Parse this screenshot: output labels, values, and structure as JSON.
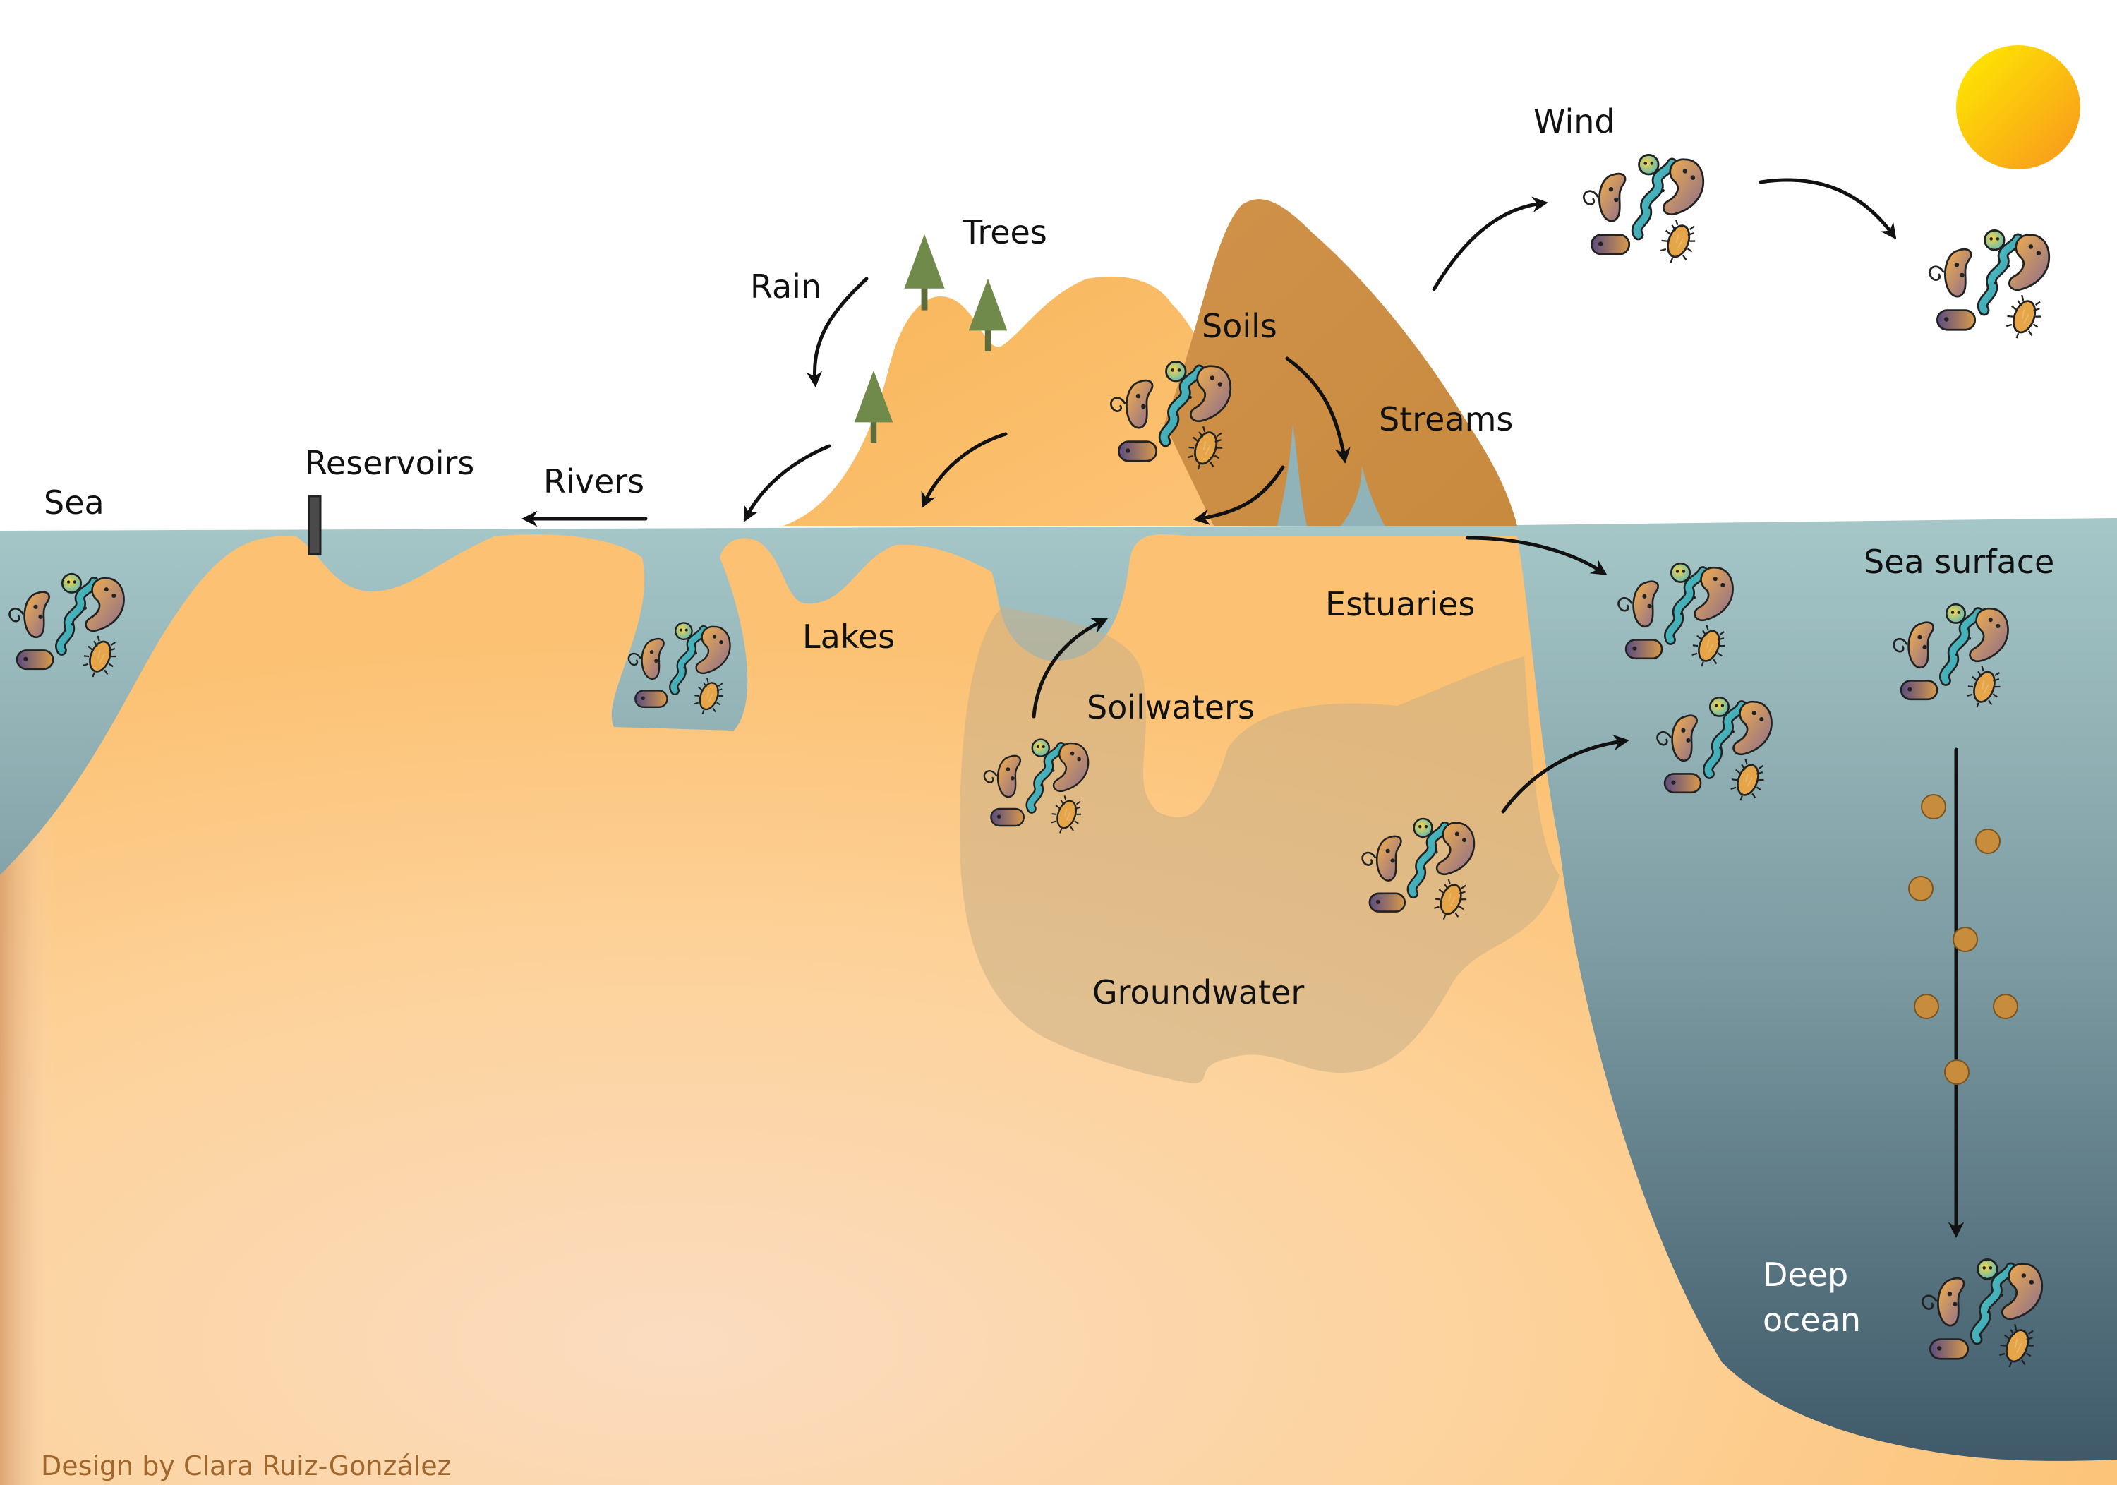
{
  "labels": {
    "sea": "Sea",
    "reservoirs": "Reservoirs",
    "rivers": "Rivers",
    "rain": "Rain",
    "trees": "Trees",
    "soils": "Soils",
    "streams": "Streams",
    "wind": "Wind",
    "lakes": "Lakes",
    "estuaries": "Estuaries",
    "sea_surface": "Sea surface",
    "soilwaters": "Soilwaters",
    "groundwater": "Groundwater",
    "deep_ocean_line1": "Deep",
    "deep_ocean_line2": "ocean"
  },
  "credit": "Design by Clara Ruiz-González",
  "colors": {
    "sand_light": "#fbd9b8",
    "sand_orange": "#fdc376",
    "mountain_brown": "#cc8f43",
    "water_top": "#a6c7c8",
    "water_deep": "#3c5666",
    "groundwater": "#d2b48a",
    "sun_yellow": "#ffe800",
    "sun_orange": "#f7941d",
    "tree_green": "#6f8a4a",
    "credit_text": "#a0662b",
    "microbe_orange": "#e0a050",
    "microbe_purple": "#5a4c80",
    "microbe_cyan": "#4fc3c8"
  },
  "icons": [
    "sun-icon",
    "tree-icon",
    "microbe-cluster-icon",
    "reservoir-dam-icon",
    "particle-icon"
  ]
}
